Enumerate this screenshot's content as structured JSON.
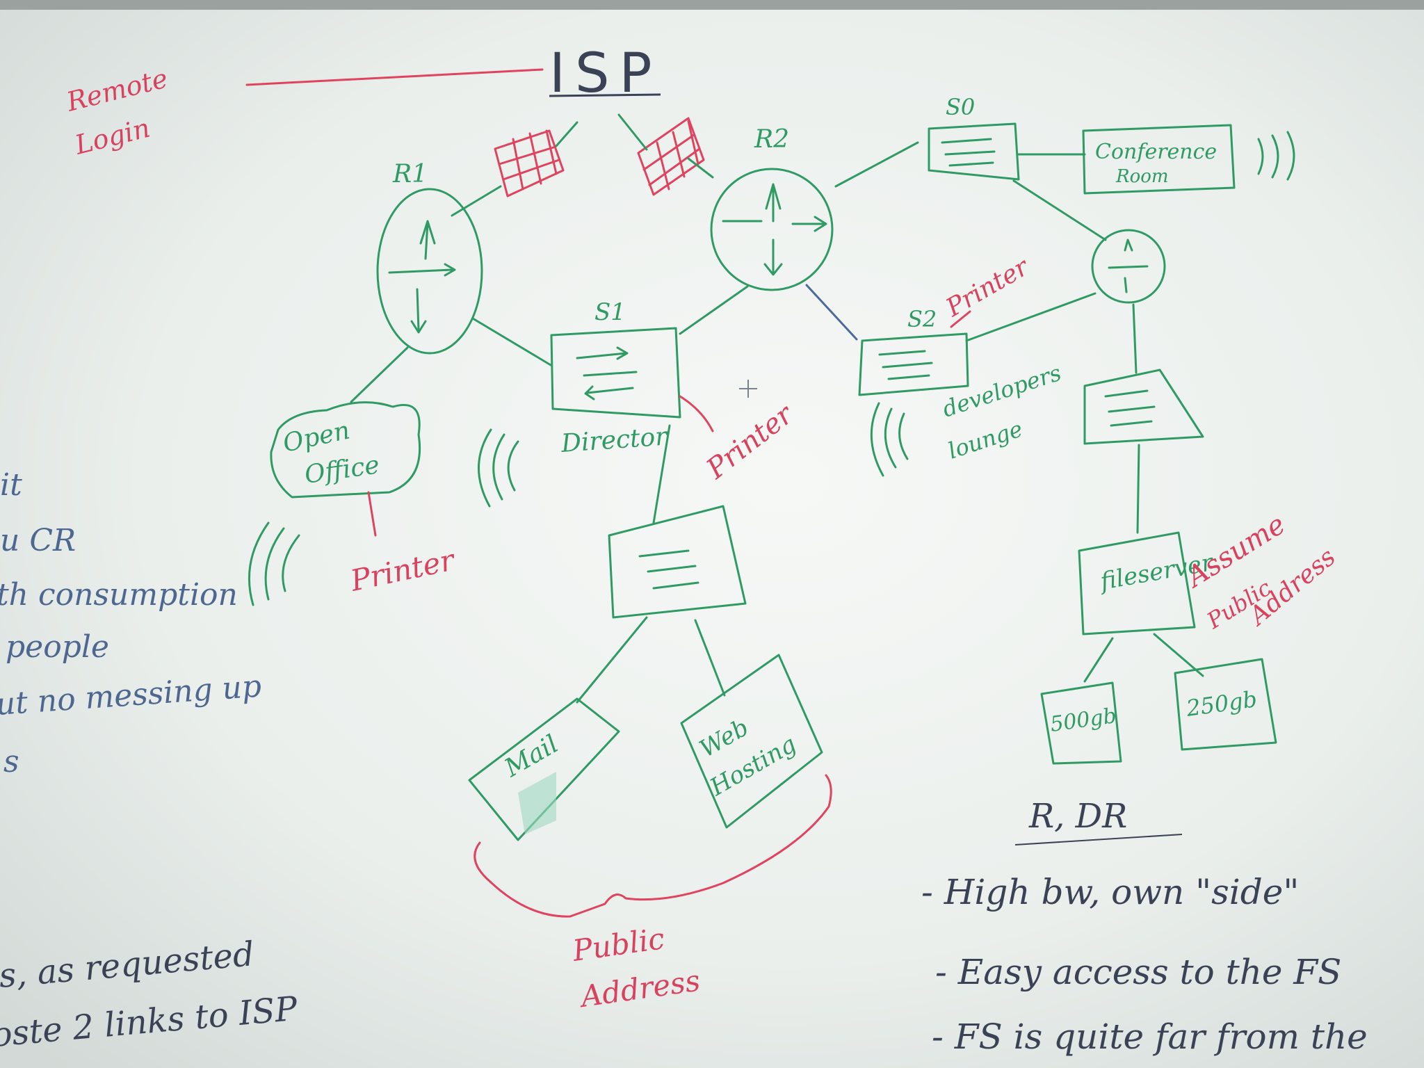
{
  "title": "ISP",
  "remote_login": [
    "Remote",
    "Login"
  ],
  "nodes": {
    "r1": "R1",
    "r2": "R2",
    "s1": "S1",
    "s2": "S2",
    "s0": "S0",
    "open_office": [
      "Open",
      "Office"
    ],
    "conference_room": [
      "Conference",
      "Room"
    ],
    "director": "Director",
    "mail": "Mail",
    "web_hosting": [
      "Web",
      "Hosting"
    ],
    "developers_lounge": [
      "developers",
      "lounge"
    ],
    "fileserver": "fileserver",
    "storage_a": "500gb",
    "storage_b": "250gb"
  },
  "labels": {
    "printer_office": "Printer",
    "printer_director": "Printer",
    "printer_s2": "Printer",
    "public_address": [
      "Public",
      "Address"
    ],
    "assume_public": [
      "Assume",
      "Public",
      "Address"
    ]
  },
  "notes_left": [
    "it",
    "u CR",
    "th consumption",
    "people",
    "ut no messing up",
    "s"
  ],
  "notes_bottom_left": [
    "s, as requested",
    "oste 2 links to ISP"
  ],
  "notes_right": [
    "R, DR",
    "- High bw, own \"side\"",
    "- Easy access to the FS",
    "- FS is quite far from the"
  ],
  "colors": {
    "board": "#edf1ee",
    "network": "#2f9a63",
    "annotation": "#e0435e",
    "notes": "#4d6791"
  }
}
